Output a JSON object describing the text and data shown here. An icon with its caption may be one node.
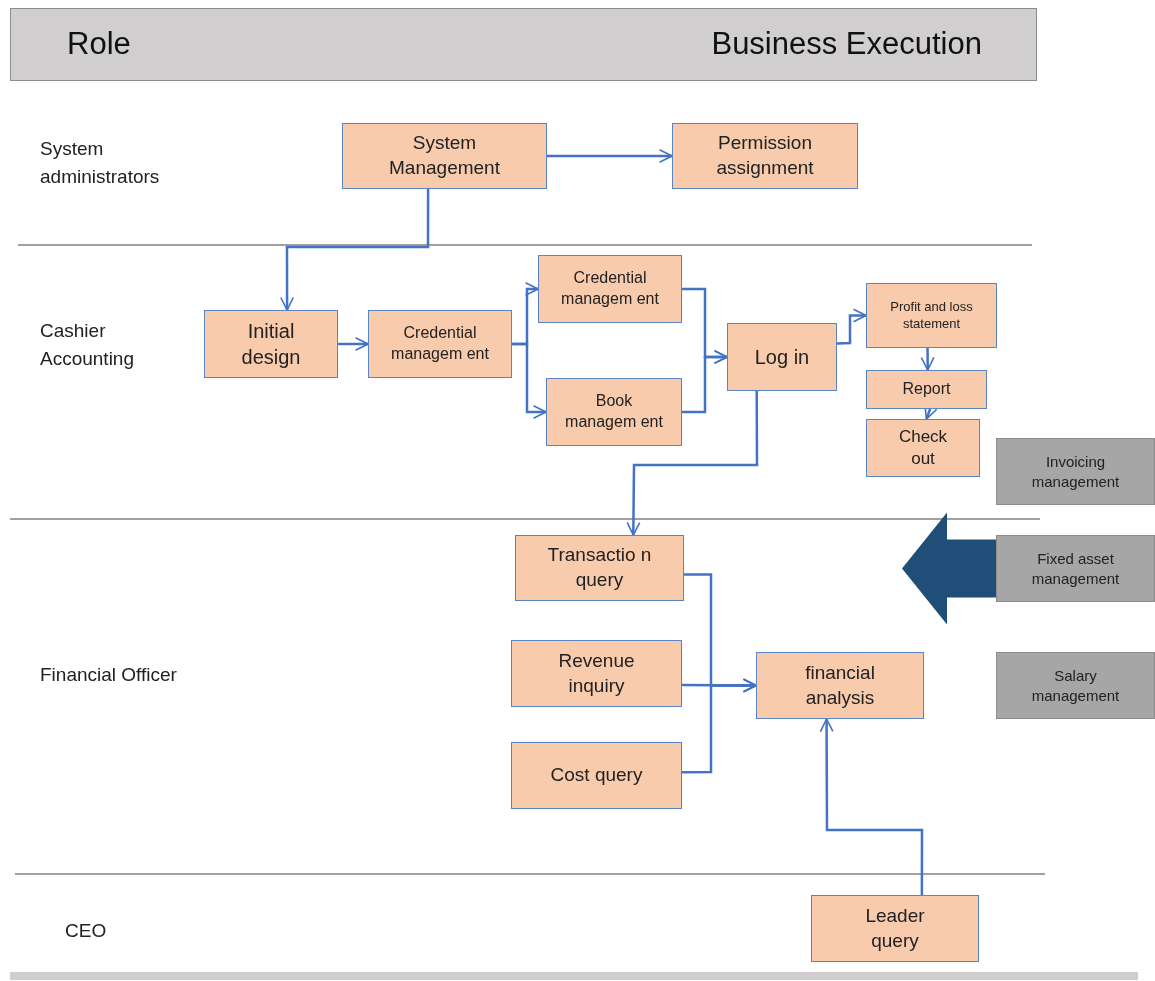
{
  "diagram": {
    "nodes": [
      {
        "text": [
          "Role",
          "Business Execution"
        ]
      },
      {
        "text": [
          "System Management"
        ]
      },
      {
        "text": [
          "Permission assignment"
        ]
      },
      {
        "text": [
          "Initial design"
        ]
      },
      {
        "text": [
          "Credential managem ent"
        ]
      },
      {
        "text": [
          "Credential managem ent"
        ]
      },
      {
        "text": [
          "Book managem ent"
        ]
      },
      {
        "text": [
          "Log in"
        ]
      },
      {
        "text": [
          "Profit and loss statement"
        ]
      },
      {
        "text": [
          "Report"
        ]
      },
      {
        "text": [
          "Check out"
        ]
      },
      {
        "text": [
          "Invoicing management"
        ]
      },
      {
        "text": [
          "Transactio n query"
        ]
      },
      {
        "text": [
          "Fixed asset management"
        ]
      },
      {
        "text": [
          "Revenue inquiry"
        ]
      },
      {
        "text": [
          "financial analysis"
        ]
      },
      {
        "text": [
          "Salary management"
        ]
      },
      {
        "text": [
          "Cost query"
        ]
      },
      {
        "text": [
          "Leader query"
        ]
      }
    ],
    "edges": [
      {
        "from": 1,
        "to": 2,
        "arrow": "to"
      },
      {
        "from": 1,
        "to": 3,
        "arrow": "to"
      },
      {
        "from": 3,
        "to": 4,
        "arrow": "to"
      },
      {
        "from": 4,
        "to": 5,
        "arrow": "to"
      },
      {
        "from": 4,
        "to": 6,
        "arrow": "to"
      },
      {
        "from": 5,
        "to": 7,
        "arrow": "to"
      },
      {
        "from": 6,
        "to": 7,
        "arrow": "to"
      },
      {
        "from": 7,
        "to": 8,
        "arrow": "to"
      },
      {
        "from": 8,
        "to": 9,
        "arrow": "to"
      },
      {
        "from": 9,
        "to": 10,
        "arrow": "to"
      },
      {
        "from": 7,
        "to": 12,
        "arrow": "to"
      },
      {
        "from": 12,
        "to": 15,
        "arrow": "to"
      },
      {
        "from": 14,
        "to": 15,
        "arrow": "to"
      },
      {
        "from": 17,
        "to": 15,
        "arrow": "to"
      },
      {
        "from": 18,
        "to": 15,
        "arrow": "to"
      },
      {
        "from": 13,
        "to": null,
        "arrow": "to",
        "style": "thick",
        "color": "#1f4e79"
      }
    ],
    "labels": [
      "System administrators",
      "Cashier Accounting",
      "Financial Officer",
      "CEO"
    ]
  }
}
